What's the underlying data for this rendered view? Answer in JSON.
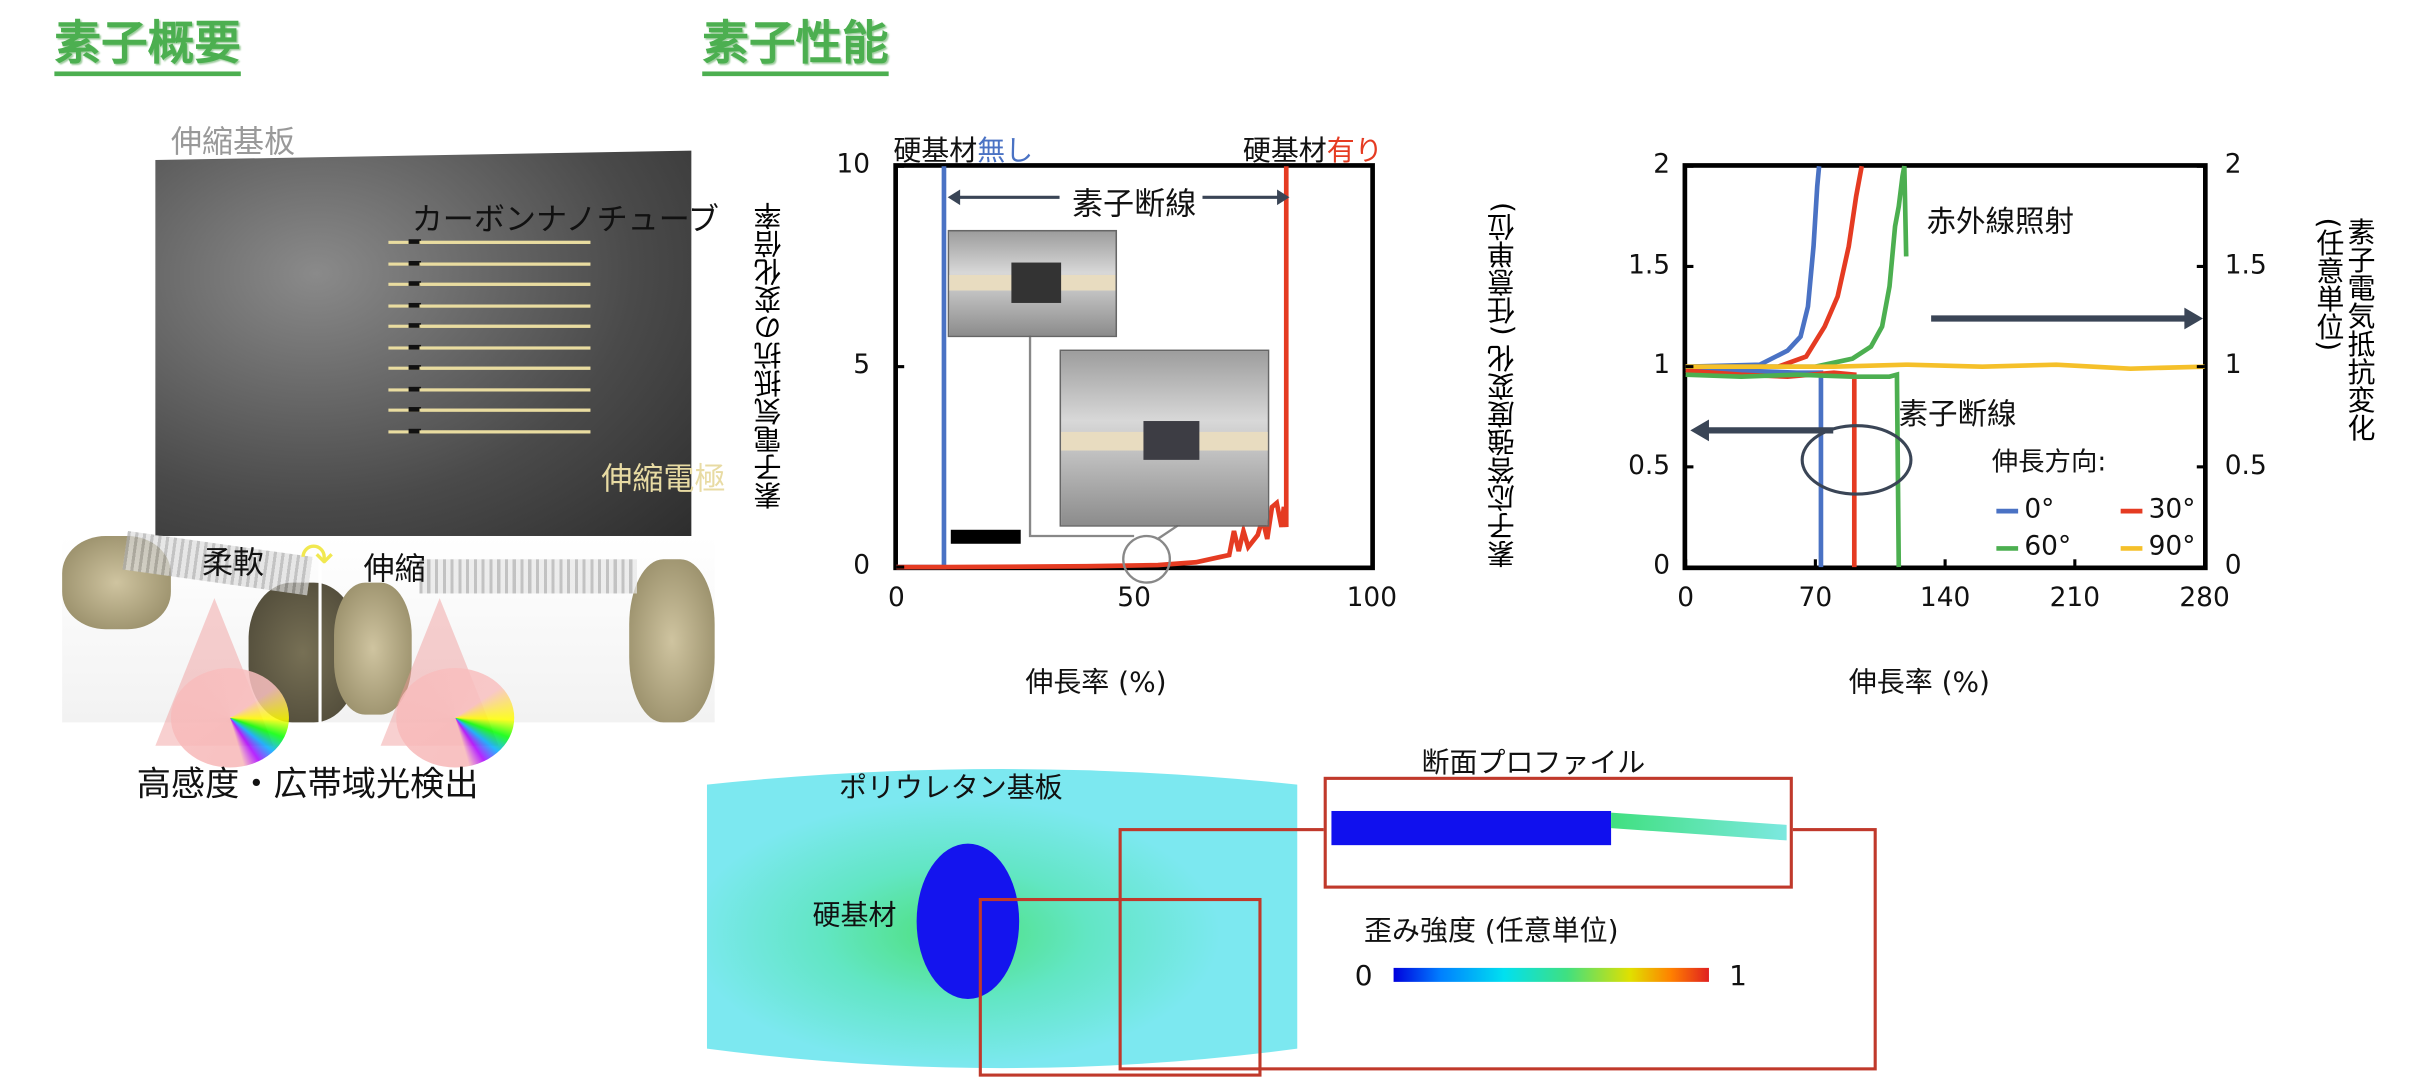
{
  "overview": {
    "title": "素子概要",
    "substrate_label": "伸縮基板",
    "cnt_label": "カーボンナノチューブ",
    "electrode_label": "伸縮電極",
    "flexible_label": "柔軟",
    "stretch_label": "伸縮",
    "caption": "高感度・広帯域光検出"
  },
  "performance": {
    "title": "素子性能"
  },
  "chart_data": [
    {
      "type": "line",
      "title": "",
      "xlabel": "伸長率 (%)",
      "ylabel": "素子電気抵抗の変化倍率",
      "xlim": [
        0,
        100
      ],
      "ylim": [
        0,
        10
      ],
      "xticks": [
        "0",
        "50",
        "100"
      ],
      "yticks": [
        "0",
        "5",
        "10"
      ],
      "annotations": {
        "without_prefix": "硬基材",
        "without_suffix": "無し",
        "with_prefix": "硬基材",
        "with_suffix": "有り",
        "break": "素子断線"
      },
      "series": [
        {
          "name": "硬基材無し",
          "color": "#4a72c4",
          "x": [
            0,
            10,
            10
          ],
          "y": [
            0,
            0,
            10
          ]
        },
        {
          "name": "硬基材有り",
          "color": "#e53b22",
          "x": [
            0,
            10,
            40,
            55,
            63,
            68,
            70,
            71,
            72,
            73,
            74,
            76,
            77,
            78,
            79,
            80,
            81,
            81.5,
            82,
            82
          ],
          "y": [
            0,
            0,
            0.02,
            0.05,
            0.12,
            0.25,
            0.3,
            0.9,
            0.4,
            0.9,
            0.5,
            0.8,
            1.2,
            0.7,
            1.5,
            1.6,
            1.0,
            1.5,
            1.0,
            10
          ]
        }
      ]
    },
    {
      "type": "line",
      "title": "赤外線照射",
      "xlabel": "伸長率 (%)",
      "ylabel_left": "素子応答強度変化\n(任意単位)",
      "ylabel_right": "素子電気抵抗変化\n(任意単位)",
      "xlim": [
        0,
        280
      ],
      "ylim": [
        0,
        2
      ],
      "xticks": [
        "0",
        "70",
        "140",
        "210",
        "280"
      ],
      "yticks": [
        "0",
        "0.5",
        "1",
        "1.5",
        "2"
      ],
      "annotation_break": "素子断線",
      "legend_title": "伸長方向:",
      "legend_position": "bottom-right",
      "series": [
        {
          "name": "0°",
          "color": "#4a72c4",
          "resistance": {
            "x": [
              0,
              40,
              55,
              62,
              66,
              69,
              71,
              72
            ],
            "y": [
              1,
              1.01,
              1.08,
              1.15,
              1.3,
              1.6,
              1.9,
              2
            ]
          },
          "response": {
            "x": [
              0,
              30,
              60,
              73,
              73
            ],
            "y": [
              0.99,
              0.98,
              0.97,
              0.97,
              0
            ]
          }
        },
        {
          "name": "30°",
          "color": "#e53b22",
          "resistance": {
            "x": [
              0,
              50,
              65,
              75,
              82,
              88,
              92,
              95
            ],
            "y": [
              1,
              1,
              1.05,
              1.2,
              1.35,
              1.6,
              1.85,
              2
            ]
          },
          "response": {
            "x": [
              0,
              30,
              55,
              80,
              91,
              91
            ],
            "y": [
              0.98,
              0.96,
              0.95,
              0.97,
              0.96,
              0
            ]
          }
        },
        {
          "name": "60°",
          "color": "#4caf50",
          "resistance": {
            "x": [
              0,
              70,
              90,
              100,
              106,
              110,
              113,
              115,
              117,
              118,
              119
            ],
            "y": [
              1,
              1,
              1.04,
              1.1,
              1.2,
              1.4,
              1.7,
              1.8,
              1.95,
              2,
              1.55
            ]
          },
          "response": {
            "x": [
              0,
              30,
              60,
              90,
              110,
              114,
              115
            ],
            "y": [
              0.96,
              0.95,
              0.96,
              0.95,
              0.95,
              0.96,
              0
            ]
          }
        },
        {
          "name": "90°",
          "color": "#f5c02a",
          "resistance": {
            "x": [
              0,
              40,
              80,
              120,
              160,
              200,
              240,
              280
            ],
            "y": [
              1,
              1.0,
              1.0,
              1.01,
              1.0,
              1.01,
              0.99,
              1.0
            ]
          },
          "response": {
            "x": [],
            "y": []
          }
        }
      ]
    }
  ],
  "simulation": {
    "substrate_label": "ポリウレタン基板",
    "rigid_label": "硬基材",
    "profile_title": "断面プロファイル",
    "colorbar_title": "歪み強度 (任意単位)",
    "colorbar_min": "0",
    "colorbar_max": "1"
  }
}
